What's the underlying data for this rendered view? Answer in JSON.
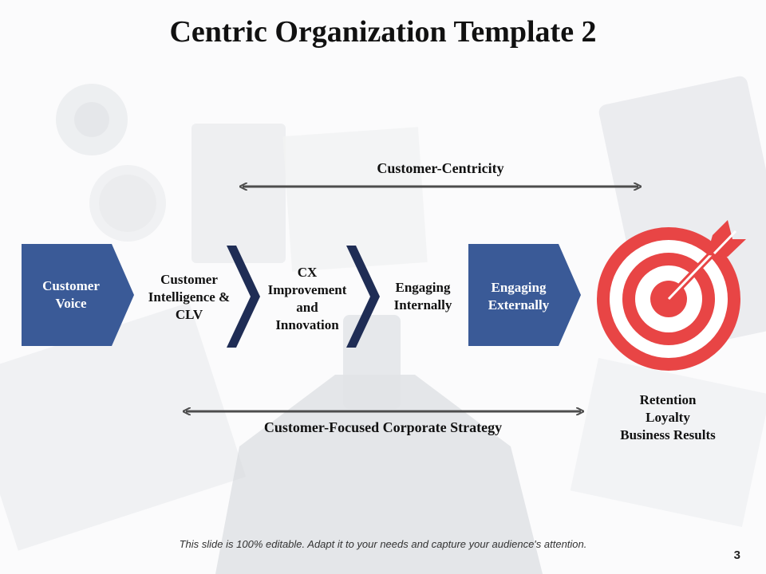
{
  "title": "Centric Organization Template 2",
  "top_arrow_label": "Customer-Centricity",
  "bottom_arrow_label": "Customer-Focused Corporate Strategy",
  "steps": [
    {
      "lines": [
        "Customer",
        "Voice"
      ]
    },
    {
      "lines": [
        "Customer",
        "Intelligence &",
        "CLV"
      ]
    },
    {
      "lines": [
        "CX",
        "Improvement",
        "and",
        "Innovation"
      ]
    },
    {
      "lines": [
        "Engaging",
        "Internally"
      ]
    },
    {
      "lines": [
        "Engaging",
        "Externally"
      ]
    }
  ],
  "results": [
    "Retention",
    "Loyalty",
    "Business Results"
  ],
  "footer_text": "This slide is 100% editable.  Adapt it to your needs and capture your audience's attention.",
  "page_number": "3",
  "colors": {
    "chevron_blue": "#3a5a97",
    "navy": "#1f2d55",
    "target_red": "#e84545",
    "arrow_gray": "#4d4d4d"
  },
  "icons": {
    "target": "target-icon"
  }
}
